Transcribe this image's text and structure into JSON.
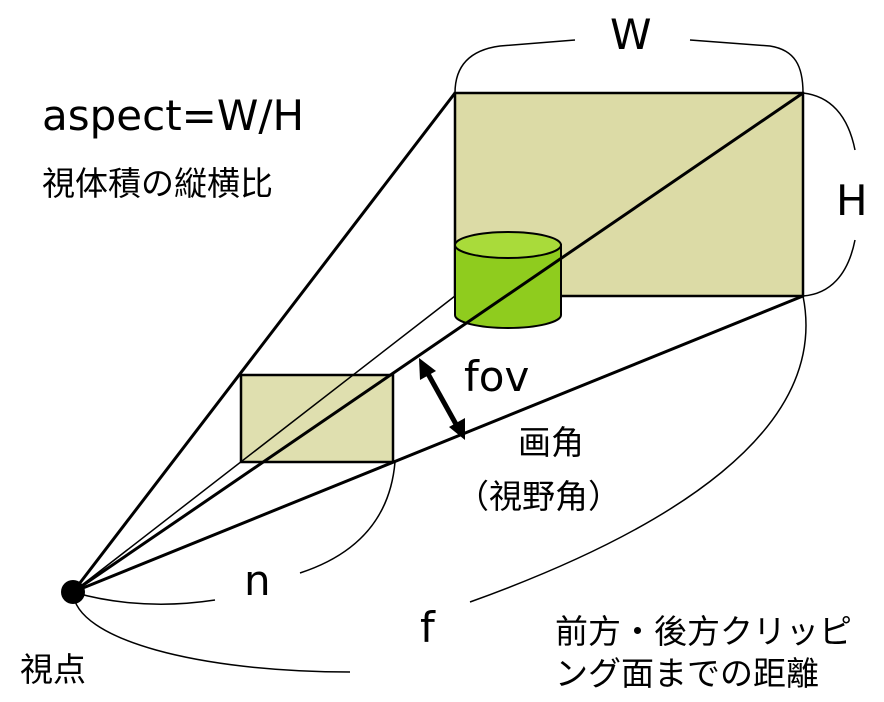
{
  "labels": {
    "aspect_formula": "aspect=W/H",
    "aspect_caption": "視体積の縦横比",
    "width": "W",
    "height": "H",
    "fov": "fov",
    "fov_caption_1": "画角",
    "fov_caption_2": "（視野角）",
    "near": "n",
    "far": "f",
    "clip_caption_1": "前方・後方クリッピ",
    "clip_caption_2": "ング面までの距離",
    "eye": "視点"
  },
  "colors": {
    "plane_fill": "#dcdba6",
    "cylinder_body": "#8fcc1e",
    "cylinder_top": "#a9db3a",
    "line": "#000000"
  }
}
